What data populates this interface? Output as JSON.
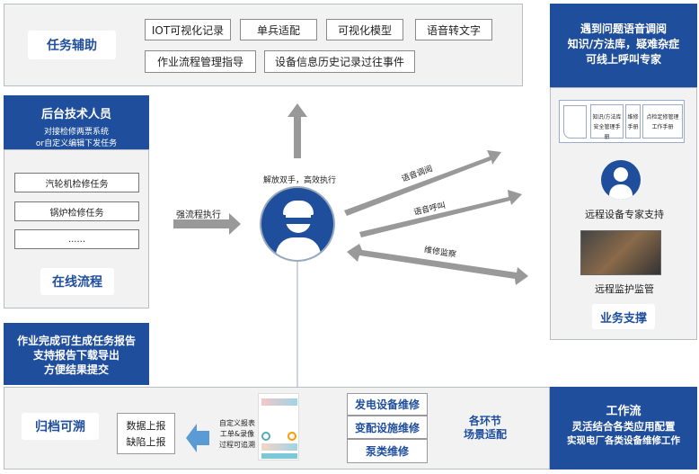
{
  "task_assist": {
    "title": "任务辅助",
    "tags": [
      "IOT可视化记录",
      "单兵适配",
      "可视化模型",
      "语音转文字",
      "作业流程管理指导",
      "设备信息历史记录过往事件"
    ]
  },
  "expert_banner": [
    "遇到问题语音调阅",
    "知识/方法库，疑难杂症",
    "可线上呼叫专家"
  ],
  "backend": {
    "title": "后台技术人员",
    "sub": [
      "对接检修两票系统",
      "or自定义编辑下发任务"
    ],
    "items": [
      "汽轮机检修任务",
      "锅炉检修任务",
      "......"
    ],
    "label": "在线流程"
  },
  "center": {
    "arrow_left": "强流程执行",
    "up_text": "解放双手，高效执行",
    "arrows": [
      "语音调阅",
      "语音呼叫",
      "维修监察"
    ]
  },
  "support": {
    "manuals": [
      "知识/方法库",
      "安全管理手册",
      "维修",
      "手册",
      "点检定修管理",
      "工作手册"
    ],
    "expert": "远程设备专家支持",
    "monitor": "远程监护监管",
    "label": "业务支撑"
  },
  "report_banner": [
    "作业完成可生成任务报告",
    "支持报告下载导出",
    "方便结果提交"
  ],
  "archive": {
    "label": "归档可溯",
    "reports": [
      "数据上报",
      "缺陷上报"
    ],
    "features": [
      "自定义报表",
      "工单&录像",
      "过程可追溯"
    ]
  },
  "scenes": {
    "items": [
      "发电设备维修",
      "变配设施维修",
      "泵类维修"
    ],
    "label": [
      "各环节",
      "场景适配"
    ]
  },
  "workflow": [
    "工作流",
    "灵活结合各类应用配置",
    "实现电厂各类设备维修工作"
  ],
  "colors": {
    "brand": "#1f4e9c",
    "arrow": "#999999",
    "arrow_blue": "#5b9bd5"
  }
}
